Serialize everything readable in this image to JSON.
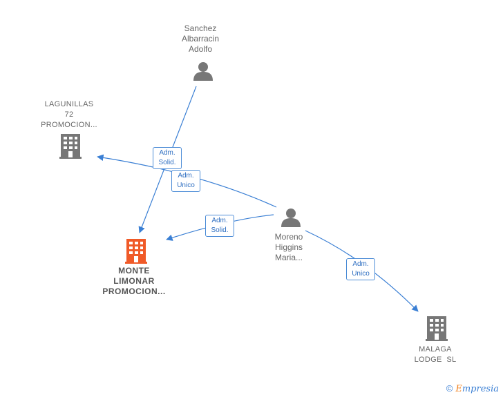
{
  "nodes": {
    "sanchez": {
      "name": "Sanchez\nAlbarracin\nAdolfo",
      "lines": [
        "Sanchez",
        "Albarracin",
        "Adolfo"
      ],
      "type": "person"
    },
    "lagunillas": {
      "lines": [
        "LAGUNILLAS",
        "72",
        "PROMOCION..."
      ],
      "type": "company"
    },
    "monte": {
      "lines": [
        "MONTE",
        "LIMONAR",
        "PROMOCION..."
      ],
      "type": "company-main"
    },
    "moreno": {
      "lines": [
        "Moreno",
        "Higgins",
        "Maria..."
      ],
      "type": "person"
    },
    "malaga": {
      "lines": [
        "MALAGA",
        "LODGE  SL"
      ],
      "type": "company"
    }
  },
  "edges": [
    {
      "from": "sanchez",
      "to": "monte",
      "label": [
        "Adm.",
        "Solid."
      ]
    },
    {
      "from": "moreno",
      "to": "lagunillas",
      "label": [
        "Adm.",
        "Unico"
      ]
    },
    {
      "from": "moreno",
      "to": "monte",
      "label": [
        "Adm.",
        "Solid."
      ]
    },
    {
      "from": "moreno",
      "to": "malaga",
      "label": [
        "Adm.",
        "Unico"
      ]
    }
  ],
  "colors": {
    "edge": "#3a7fd4",
    "person": "#777777",
    "company": "#777777",
    "main_company": "#f05a28"
  },
  "footer": {
    "copyright": "©",
    "brand_first": "E",
    "brand_rest": "mpresia"
  }
}
